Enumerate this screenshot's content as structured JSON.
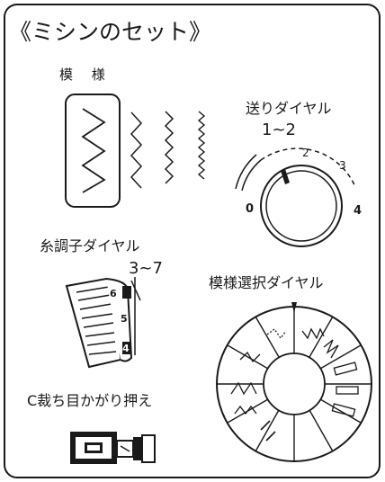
{
  "title": "《ミシンのセット》",
  "pattern": {
    "label": "模 様"
  },
  "feed_dial": {
    "label": "送りダイヤル",
    "range": "1~2",
    "scale": [
      "0",
      "2",
      "3",
      "4"
    ]
  },
  "tension_dial": {
    "label": "糸調子ダイヤル",
    "range": "3~7",
    "scale": [
      "6",
      "5",
      "4"
    ]
  },
  "pattern_selector": {
    "label": "模様選択ダイヤル"
  },
  "presser_foot": {
    "label": "C裁ち目かがり押え"
  }
}
